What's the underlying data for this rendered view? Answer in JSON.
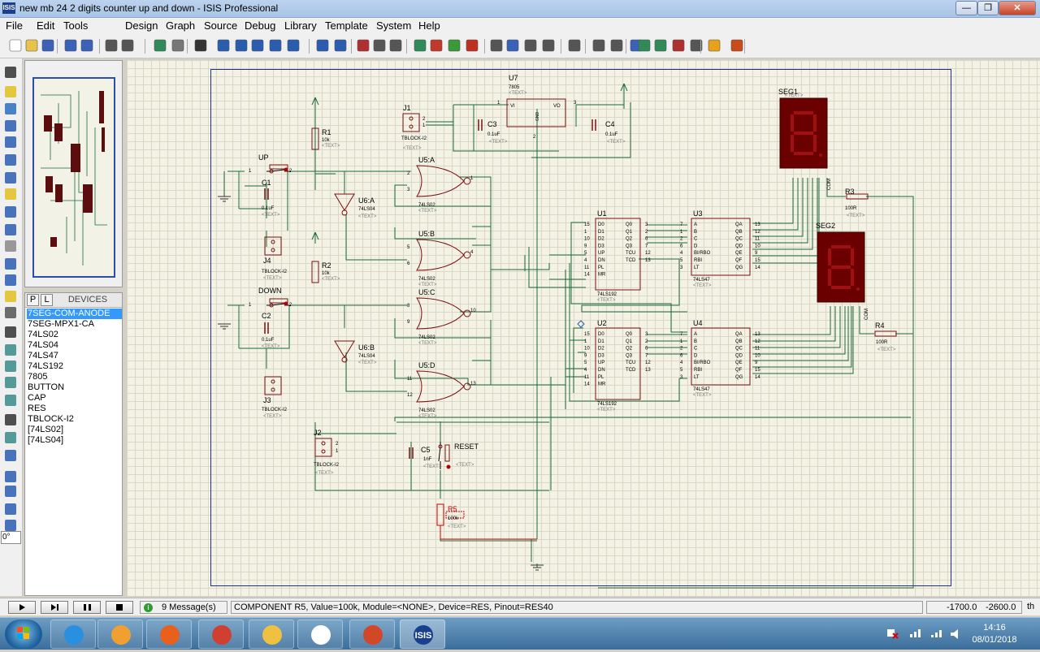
{
  "window": {
    "title": "new mb 24 2 digits counter up and down - ISIS Professional",
    "app_icon": "ISIS",
    "buttons": {
      "minimize": "—",
      "maximize": "❐",
      "close": "✕"
    }
  },
  "menu": [
    "File",
    "Edit",
    "Tools",
    "Design",
    "Graph",
    "Source",
    "Debug",
    "Library",
    "Template",
    "System",
    "Help"
  ],
  "toolbar_icons": [
    "new-icon",
    "open-icon",
    "save-icon",
    "import-icon",
    "export-icon",
    "print-icon",
    "page-setup-icon",
    "refresh-icon",
    "grid-icon",
    "origin-icon",
    "pan-icon",
    "zoom-in-icon",
    "zoom-out-icon",
    "zoom-all-icon",
    "zoom-area-icon",
    "undo-icon",
    "redo-icon",
    "cut-icon",
    "copy-icon",
    "paste-icon",
    "block-copy-icon",
    "block-move-icon",
    "block-rotate-icon",
    "block-delete-icon",
    "pick-device-icon",
    "make-device-icon",
    "packaging-icon",
    "decompose-icon",
    "wire-autorouter-icon",
    "search-icon",
    "property-tool-icon",
    "design-explorer-icon",
    "new-sheet-icon",
    "remove-sheet-icon",
    "goto-parent-icon",
    "bill-of-materials-icon",
    "electrical-check-icon",
    "netlist-to-ares-icon"
  ],
  "left_tools": [
    "selection-mode-icon",
    "component-mode-icon",
    "junction-dot-icon",
    "wire-label-icon",
    "text-script-icon",
    "buses-icon",
    "subcircuit-icon",
    "terminals-icon",
    "device-pins-icon",
    "graph-mode-icon",
    "tape-recorder-icon",
    "generator-icon",
    "voltage-probe-icon",
    "current-probe-icon",
    "virtual-instruments-icon",
    "line-icon",
    "box-icon",
    "circle-icon",
    "arc-icon",
    "path-icon",
    "text-icon",
    "symbol-icon",
    "marker-icon",
    "rotate-cw-icon",
    "rotate-ccw-icon",
    "mirror-horizontal-icon",
    "mirror-vertical-icon"
  ],
  "rotation_value": "0°",
  "devices": {
    "tab_p": "P",
    "tab_l": "L",
    "title": "DEVICES",
    "items": [
      "7SEG-COM-ANODE",
      "7SEG-MPX1-CA",
      "74LS02",
      "74LS04",
      "74LS47",
      "74LS192",
      "7805",
      "BUTTON",
      "CAP",
      "RES",
      "TBLOCK-I2",
      "[74LS02]",
      "[74LS04]"
    ],
    "selected_index": 0
  },
  "schematic": {
    "u7": {
      "ref": "U7",
      "type": "7805",
      "pin_vi": "VI",
      "pin_vo": "VO",
      "pin_gnd": "GND",
      "pin1": "1",
      "pin2": "2",
      "pin3": "3"
    },
    "j1": {
      "ref": "J1",
      "type": "TBLOCK-I2",
      "p1": "1",
      "p2": "2"
    },
    "j2": {
      "ref": "J2",
      "type": "TBLOCK-I2",
      "p1": "1",
      "p2": "2"
    },
    "j3": {
      "ref": "J3",
      "type": "TBLOCK-I2"
    },
    "j4": {
      "ref": "J4",
      "type": "TBLOCK-I2"
    },
    "c1": {
      "ref": "C1",
      "value": "0.1uF"
    },
    "c2": {
      "ref": "C2",
      "value": "0.1uF"
    },
    "c3": {
      "ref": "C3",
      "value": "0.1uF"
    },
    "c4": {
      "ref": "C4",
      "value": "0.1uF"
    },
    "c5": {
      "ref": "C5",
      "value": "1nF"
    },
    "r1": {
      "ref": "R1",
      "value": "10k"
    },
    "r2": {
      "ref": "R2",
      "value": "10k"
    },
    "r3": {
      "ref": "R3",
      "value": "100R"
    },
    "r4": {
      "ref": "R4",
      "value": "100R"
    },
    "r5": {
      "ref": "R5",
      "value": "100k"
    },
    "up": {
      "ref": "UP",
      "p1": "1",
      "p2": "2"
    },
    "down": {
      "ref": "DOWN",
      "p1": "1",
      "p2": "2"
    },
    "reset": {
      "ref": "RESET"
    },
    "u6a": {
      "ref": "U6:A",
      "type": "74LS04"
    },
    "u6b": {
      "ref": "U6:B",
      "type": "74LS04"
    },
    "u5a": {
      "ref": "U5:A",
      "type": "74LS02",
      "in1": "2",
      "in2": "3",
      "out": "1"
    },
    "u5b": {
      "ref": "U5:B",
      "type": "74LS02",
      "in1": "5",
      "in2": "6",
      "out": "4"
    },
    "u5c": {
      "ref": "U5:C",
      "type": "74LS02",
      "in1": "8",
      "in2": "9",
      "out": "10"
    },
    "u5d": {
      "ref": "U5:D",
      "type": "74LS02",
      "in1": "11",
      "in2": "12",
      "out": "13"
    },
    "u1": {
      "ref": "U1",
      "type": "74LS192"
    },
    "u2": {
      "ref": "U2",
      "type": "74LS192"
    },
    "u3": {
      "ref": "U3",
      "type": "74LS47"
    },
    "u4": {
      "ref": "U4",
      "type": "74LS47"
    },
    "seg1": {
      "ref": "SEG1"
    },
    "seg2": {
      "ref": "SEG2"
    },
    "text_placeholder": "<TEXT>",
    "com_label": "COM",
    "ls192_pins_left": [
      [
        "15",
        "D0"
      ],
      [
        "1",
        "D1"
      ],
      [
        "10",
        "D2"
      ],
      [
        "9",
        "D3"
      ],
      [
        "5",
        "UP"
      ],
      [
        "4",
        "DN"
      ],
      [
        "11",
        "PL"
      ],
      [
        "14",
        "MR"
      ]
    ],
    "ls192_pins_right": [
      [
        "3",
        "Q0"
      ],
      [
        "2",
        "Q1"
      ],
      [
        "6",
        "Q2"
      ],
      [
        "7",
        "Q3"
      ],
      [
        "12",
        "TCU"
      ],
      [
        "13",
        "TCD"
      ]
    ],
    "ls47_pins_left": [
      [
        "7",
        "A"
      ],
      [
        "1",
        "B"
      ],
      [
        "2",
        "C"
      ],
      [
        "6",
        "D"
      ],
      [
        "4",
        "BI/RBO"
      ],
      [
        "5",
        "RBI"
      ],
      [
        "3",
        "LT"
      ]
    ],
    "ls47_pins_right": [
      [
        "13",
        "QA"
      ],
      [
        "12",
        "QB"
      ],
      [
        "11",
        "QC"
      ],
      [
        "10",
        "QD"
      ],
      [
        "9",
        "QE"
      ],
      [
        "15",
        "QF"
      ],
      [
        "14",
        "QG"
      ]
    ]
  },
  "status": {
    "sim_buttons": [
      "play",
      "step",
      "pause",
      "stop"
    ],
    "messages": "9 Message(s)",
    "text": "COMPONENT R5, Value=100k, Module=<NONE>, Device=RES, Pinout=RES40",
    "coord_x": "-1700.0",
    "coord_y": "-2600.0",
    "unit": "th"
  },
  "taskbar": {
    "apps": [
      "internet-explorer-icon",
      "media-player-icon",
      "firefox-icon",
      "java-icon",
      "file-explorer-icon",
      "chrome-icon",
      "powerpoint-icon",
      "isis-icon"
    ],
    "active_app_label": "ISIS",
    "time": "14:16",
    "date": "08/01/2018"
  },
  "colors": {
    "wire": "#1e6b3a",
    "component": "#7a1010",
    "sheet_border": "#1f2f8f",
    "label": "#000000",
    "selected": "#cc0000",
    "canvas": "#f3f2e5"
  }
}
